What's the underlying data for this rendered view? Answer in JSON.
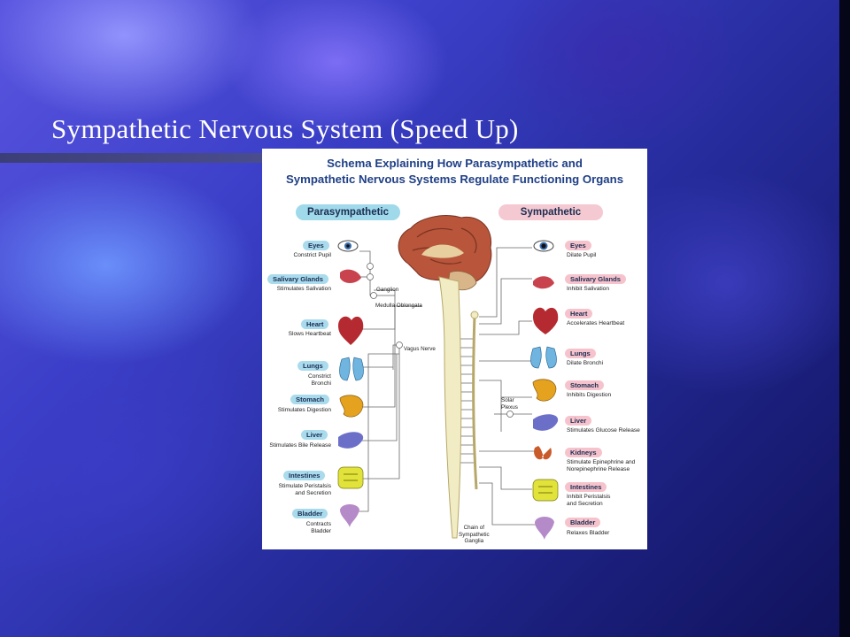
{
  "slide": {
    "title": "Sympathetic Nervous System (Speed Up)"
  },
  "figure": {
    "title_line1": "Schema Explaining How Parasympathetic and",
    "title_line2": "Sympathetic Nervous Systems Regulate Functioning Organs",
    "parasympathetic_header": "Parasympathetic",
    "sympathetic_header": "Sympathetic",
    "parasympathetic": [
      {
        "organ": "Eyes",
        "effect": "Constrict Pupil"
      },
      {
        "organ": "Salivary Glands",
        "effect": "Stimulates Salivation"
      },
      {
        "organ": "Heart",
        "effect": "Slows Heartbeat"
      },
      {
        "organ": "Lungs",
        "effect": "Constrict Bronchi",
        "effect_l1": "Constrict",
        "effect_l2": "Bronchi"
      },
      {
        "organ": "Stomach",
        "effect": "Stimulates Digestion"
      },
      {
        "organ": "Liver",
        "effect": "Stimulates Bile Release"
      },
      {
        "organ": "Intestines",
        "effect": "Stimulate Peristalsis and Secretion",
        "effect_l1": "Stimulate Peristalsis",
        "effect_l2": "and Secretion"
      },
      {
        "organ": "Bladder",
        "effect": "Contracts Bladder",
        "effect_l1": "Contracts",
        "effect_l2": "Bladder"
      }
    ],
    "sympathetic": [
      {
        "organ": "Eyes",
        "effect": "Dilate Pupil"
      },
      {
        "organ": "Salivary Glands",
        "effect": "Inhibit Salivation"
      },
      {
        "organ": "Heart",
        "effect": "Accelerates Heartbeat"
      },
      {
        "organ": "Lungs",
        "effect": "Dilate Bronchi"
      },
      {
        "organ": "Stomach",
        "effect": "Inhibits Digestion"
      },
      {
        "organ": "Liver",
        "effect": "Stimulates Glucose Release"
      },
      {
        "organ": "Kidneys",
        "effect": "Stimulate Epinephrine and Norepinephrine Release",
        "effect_l1": "Stimulate Epinephrine and",
        "effect_l2": "Norepinephrine Release"
      },
      {
        "organ": "Intestines",
        "effect": "Inhibit Peristalsis and Secretion",
        "effect_l1": "Inhibit Peristalsis",
        "effect_l2": "and Secretion"
      },
      {
        "organ": "Bladder",
        "effect": "Relaxes Bladder"
      }
    ],
    "labels": {
      "ganglion": "Ganglion",
      "medulla": "Medulla Oblongata",
      "vagus": "Vagus Nerve",
      "solar_l1": "Solar",
      "solar_l2": "Plexus",
      "chain_l1": "Chain of",
      "chain_l2": "Sympathetic",
      "chain_l3": "Ganglia"
    }
  },
  "colors": {
    "header_blue": "#9fd9ea",
    "header_pink": "#f4c9d1",
    "title_navy": "#1f3f86",
    "spine": "#f2ecc4"
  }
}
